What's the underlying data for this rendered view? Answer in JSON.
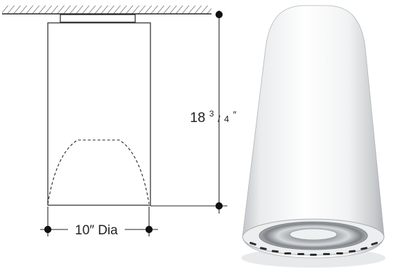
{
  "drawing": {
    "height_whole": "18",
    "height_num": "3",
    "height_den": "4",
    "height_inch_mark": "″",
    "width_label": "10″ Dia"
  },
  "colors": {
    "line": "#222222",
    "fixture_body_light": "#ffffff",
    "fixture_body_shade": "#b9bcbf",
    "reflector": "#8d9296"
  },
  "icons": {
    "ceiling": "hatched-ceiling-icon",
    "fixture_photo": "cylinder-downlight-icon"
  }
}
